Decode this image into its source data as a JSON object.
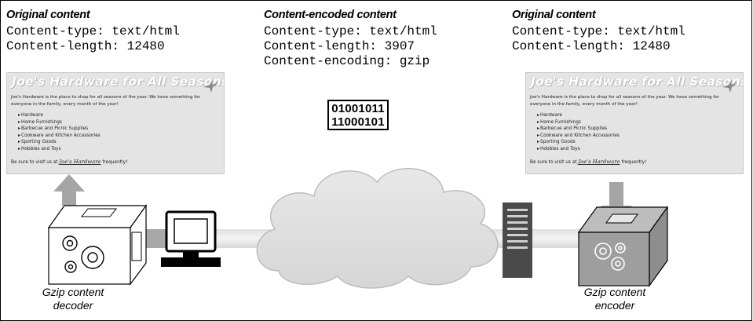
{
  "left": {
    "heading": "Original content",
    "line1": "Content-type: text/html",
    "line2": "Content-length: 12480",
    "caption_line1": "Gzip content",
    "caption_line2": "decoder"
  },
  "middle": {
    "heading": "Content-encoded content",
    "line1": "Content-type: text/html",
    "line2": "Content-length: 3907",
    "line3": "Content-encoding: gzip",
    "binary_line1": "01001011",
    "binary_line2": "11000101"
  },
  "right": {
    "heading": "Original content",
    "line1": "Content-type: text/html",
    "line2": "Content-length: 12480",
    "caption_line1": "Gzip content",
    "caption_line2": "encoder"
  },
  "webpage": {
    "title": "Joe's Hardware for All Seasons",
    "body": "Joe's Hardware is the place to shop for all seasons of the year. We have something for everyone in the family, every month of the year!",
    "items": [
      "Hardware",
      "Home Furnishings",
      "Barbecue and Picnic Supplies",
      "Cookware and Kitchen Accessories",
      "Sporting Goods",
      "Hobbies and Toys"
    ],
    "footer_prefix": "Be sure to visit us at",
    "footer_link": "Joe's Hardware",
    "footer_suffix": "frequently!"
  }
}
